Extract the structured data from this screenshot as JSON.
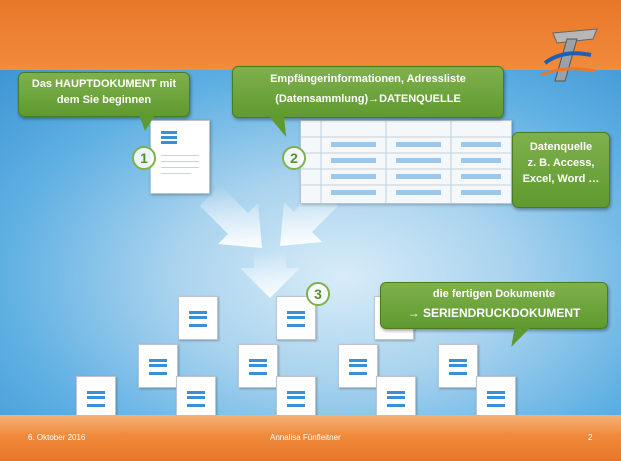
{
  "callouts": {
    "hauptdokument": {
      "line1": "Das HAUPTDOKUMENT mit",
      "line2": "dem Sie beginnen"
    },
    "empfaenger": {
      "line1": "Empfängerinformationen, Adressliste",
      "line2": "(Datensammlung)→DATENQUELLE"
    },
    "datenquelle": {
      "line1": "Datenquelle",
      "line2": "z. B. Access,",
      "line3": "Excel, Word …"
    },
    "serien": {
      "line1": "die fertigen Dokumente",
      "line2": "→ SERIENDRUCKDOKUMENT"
    }
  },
  "steps": [
    "1",
    "2",
    "3"
  ],
  "footer": {
    "date": "6. Oktober 2016",
    "author": "Annalisa Fünfleitner",
    "page": "2"
  },
  "colors": {
    "orange": "#f08a3a",
    "green": "#6aa23a",
    "blue": "#3a8fd6"
  }
}
